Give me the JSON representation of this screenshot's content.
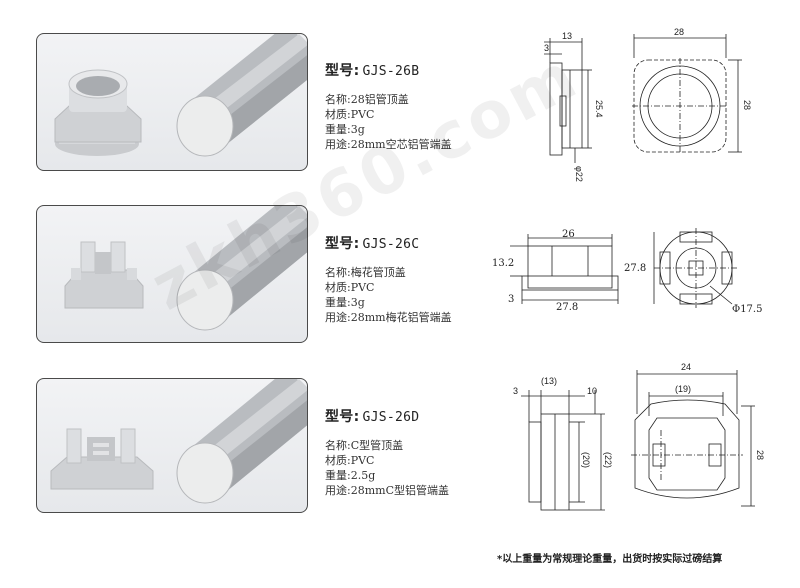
{
  "products": [
    {
      "model_label": "型号:",
      "model_code": "GJS-26B",
      "specs": [
        "名称:28铝管顶盖",
        "材质:PVC",
        "重量:3g",
        "用途:28mm空芯铝管端盖"
      ],
      "dims": {
        "side_top": "13",
        "side_left": "3",
        "side_height": "25.4",
        "side_dia": "φ22",
        "front_width": "28",
        "front_height": "28"
      }
    },
    {
      "model_label": "型号:",
      "model_code": "GJS-26C",
      "specs": [
        "名称:梅花管顶盖",
        "材质:PVC",
        "重量:3g",
        "用途:28mm梅花铝管端盖"
      ],
      "dims": {
        "side_top": "26",
        "side_left": "13.2",
        "side_bottom": "27.8",
        "side_bottom_left": "3",
        "front_height": "27.8",
        "front_dia": "Φ17.5"
      }
    },
    {
      "model_label": "型号:",
      "model_code": "GJS-26D",
      "specs": [
        "名称:C型管顶盖",
        "材质:PVC",
        "重量:2.5g",
        "用途:28mmC型铝管端盖"
      ],
      "dims": {
        "side_left": "3",
        "side_top": "(13)",
        "side_right": "10",
        "side_h1": "(20)",
        "side_h2": "(22)",
        "front_width": "24",
        "front_inner": "(19)",
        "front_height": "28"
      }
    }
  ],
  "watermark": "zkh360.com",
  "footnote": "*以上重量为常规理论重量，出货时按实际过磅结算",
  "colors": {
    "panel_border": "#4a4a4a",
    "part_gray": "#d4d6d9",
    "tube_gray": "#b9bcc0",
    "line": "#222222"
  }
}
